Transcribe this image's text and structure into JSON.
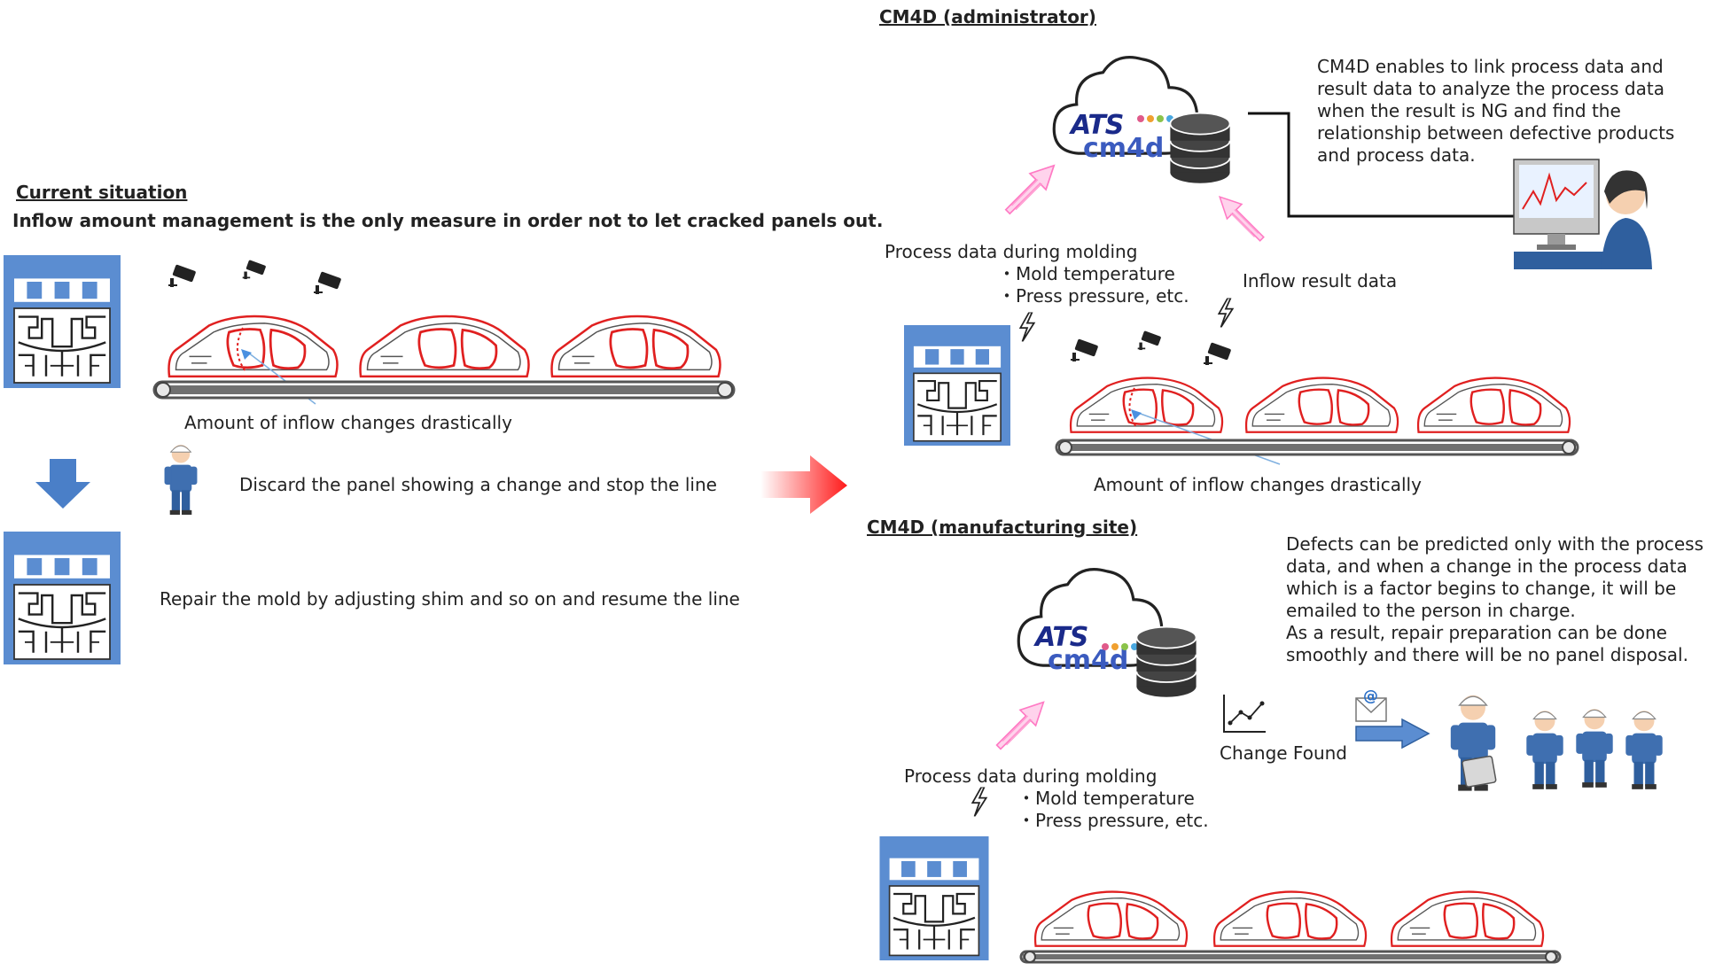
{
  "colors": {
    "press_blue": "#5b8dd1",
    "press_blue_dark": "#2f5f9e",
    "car_outline": "#e02020",
    "conveyor": "#707070",
    "arrow_pink": "#ff9ad0",
    "big_arrow_red": "#ff1a1a",
    "down_arrow_blue": "#4a7fc8",
    "logo_navy": "#1a2a8a"
  },
  "left": {
    "heading": "Current situation",
    "subheading": "Inflow amount management is the only measure in order not to let cracked panels out.",
    "inflow_label": "Amount of inflow changes drastically",
    "discard_label": "Discard the panel showing a change and stop the line",
    "repair_label": "Repair the mold by adjusting shim and so on and resume the line"
  },
  "admin": {
    "heading": "CM4D (administrator)",
    "logo_top": "ATS",
    "logo_bottom": "cm4d",
    "description_lines": [
      "CM4D enables to link process data and",
      "result data to analyze the process data",
      "when the result is NG and find the",
      "relationship between defective products",
      "and process data."
    ],
    "process_title": "Process data during molding",
    "process_items": [
      "・Mold temperature",
      "・Press pressure, etc."
    ],
    "inflow_result": "Inflow result data",
    "inflow_label": "Amount of inflow changes drastically"
  },
  "site": {
    "heading": "CM4D (manufacturing site)",
    "logo_top": "ATS",
    "logo_bottom": "cm4d",
    "description_lines": [
      "Defects can be predicted only with the process",
      "data, and when a change in the process data",
      "which is a factor begins to change, it will be",
      "emailed to the person in charge.",
      "As a result, repair preparation can be done",
      "smoothly and there will be no panel disposal."
    ],
    "change_found": "Change Found",
    "email_symbol": "@",
    "process_title": "Process data during molding",
    "process_items": [
      "・Mold temperature",
      "・Press pressure, etc."
    ]
  }
}
